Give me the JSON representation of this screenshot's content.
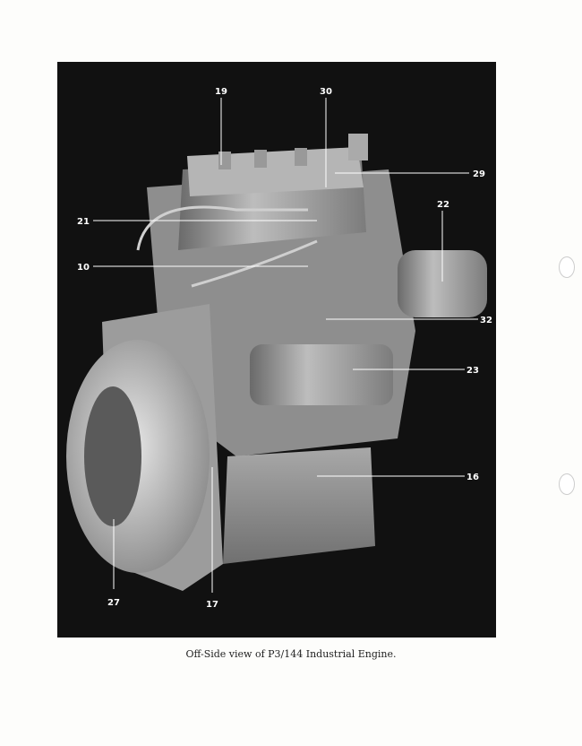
{
  "photo": {
    "labels": [
      "19",
      "30",
      "29",
      "21",
      "22",
      "10",
      "32",
      "23",
      "16",
      "27",
      "17"
    ]
  },
  "caption": "Off-Side view of P3/144 Industrial Engine."
}
